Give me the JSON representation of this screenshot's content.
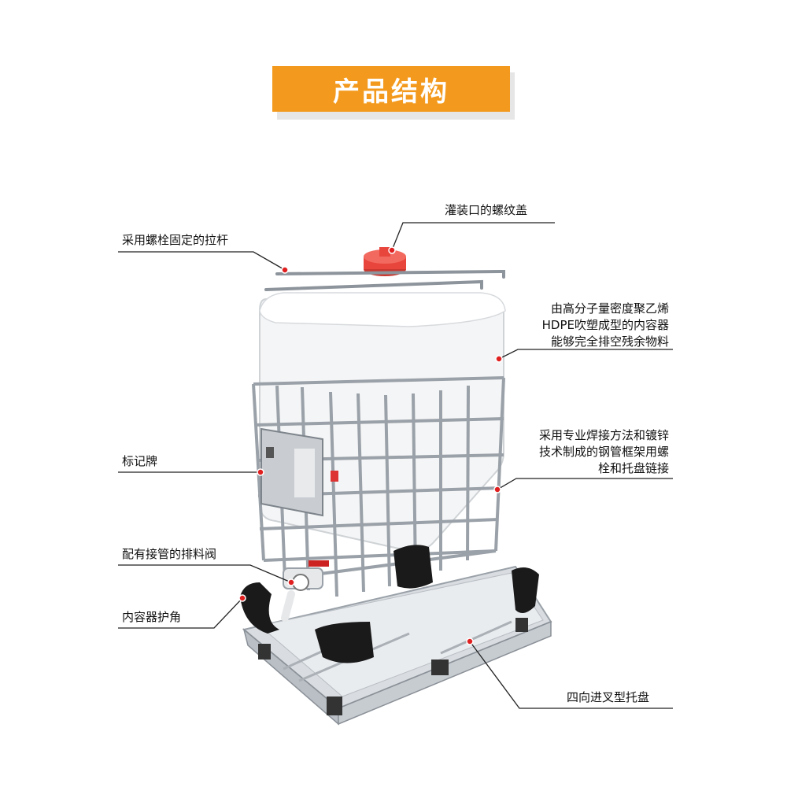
{
  "title": "产品结构",
  "labels": {
    "thread_cap": "灌装口的螺纹盖",
    "tie_rod": "采用螺栓固定的拉杆",
    "inner_container": [
      "由高分子量密度聚乙烯",
      "HDPE吹塑成型的内容器",
      "能够完全排空残余物料"
    ],
    "frame": [
      "采用专业焊接方法和镀锌",
      "技术制成的钢管框架用螺",
      "栓和托盘链接"
    ],
    "nameplate": "标记牌",
    "valve": "配有接管的排料阀",
    "corner_guard": "内容器护角",
    "pallet": "四向进叉型托盘"
  },
  "colors": {
    "banner": "#f39a1e",
    "dot": "#e02020",
    "cap": "#e8453c",
    "leader": "#222222"
  }
}
